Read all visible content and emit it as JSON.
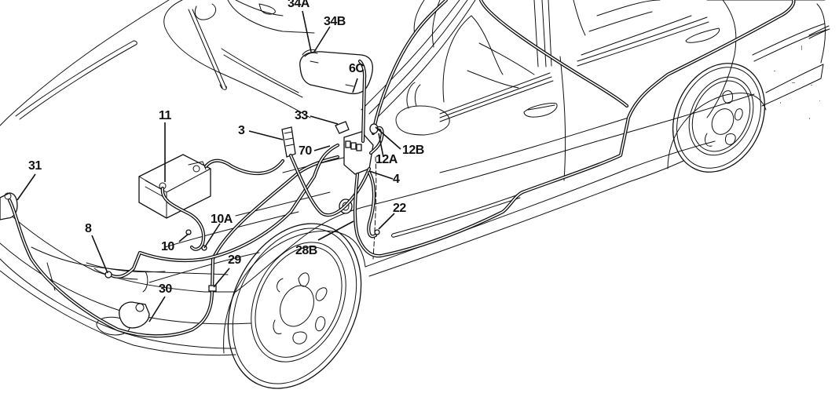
{
  "diagram": {
    "subject": "Vehicle wiring harness routing – engine compartment, doors and body",
    "ink_color": "#111111",
    "background_color": "#ffffff",
    "callouts": [
      {
        "id": "34A",
        "label": "34A",
        "part": "interior-lamp-connector-a"
      },
      {
        "id": "34B",
        "label": "34B",
        "part": "interior-lamp-connector-b"
      },
      {
        "id": "6C",
        "label": "6C",
        "part": "mirror-harness-connector"
      },
      {
        "id": "11",
        "label": "11",
        "part": "battery"
      },
      {
        "id": "33",
        "label": "33",
        "part": "relay-connector"
      },
      {
        "id": "3",
        "label": "3",
        "part": "fuse-relay-module"
      },
      {
        "id": "70",
        "label": "70",
        "part": "harness-clip"
      },
      {
        "id": "12B",
        "label": "12B",
        "part": "bulkhead-grommet-b"
      },
      {
        "id": "12A",
        "label": "12A",
        "part": "bulkhead-grommet-a"
      },
      {
        "id": "4",
        "label": "4",
        "part": "junction-block"
      },
      {
        "id": "31",
        "label": "31",
        "part": "left-horn"
      },
      {
        "id": "22",
        "label": "22",
        "part": "door-connector"
      },
      {
        "id": "10A",
        "label": "10A",
        "part": "ground-terminal-a"
      },
      {
        "id": "8",
        "label": "8",
        "part": "front-sensor-connector"
      },
      {
        "id": "10",
        "label": "10",
        "part": "ground-terminal"
      },
      {
        "id": "28B",
        "label": "28B",
        "part": "harness-grommet"
      },
      {
        "id": "29",
        "label": "29",
        "part": "harness-splice"
      },
      {
        "id": "30",
        "label": "30",
        "part": "right-horn"
      }
    ]
  }
}
